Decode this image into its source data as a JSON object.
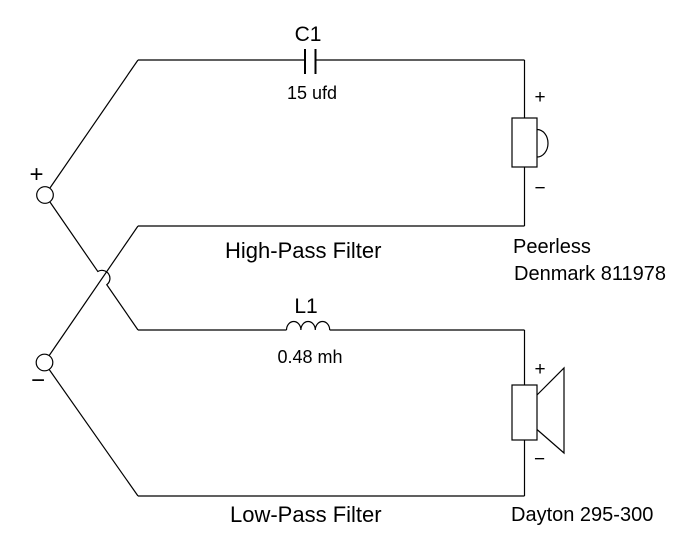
{
  "colors": {
    "background": "#ffffff",
    "line": "#000000",
    "text": "#000000"
  },
  "input": {
    "plus": "+",
    "minus": "−"
  },
  "high_pass": {
    "label": "High-Pass Filter",
    "capacitor": {
      "designator": "C1",
      "value": "15 ufd"
    },
    "speaker": {
      "plus": "+",
      "minus": "−",
      "name": "Peerless",
      "model": "Denmark 811978"
    }
  },
  "low_pass": {
    "label": "Low-Pass Filter",
    "inductor": {
      "designator": "L1",
      "value": "0.48 mh"
    },
    "speaker": {
      "plus": "+",
      "minus": "−",
      "name": "Dayton 295-300"
    }
  }
}
